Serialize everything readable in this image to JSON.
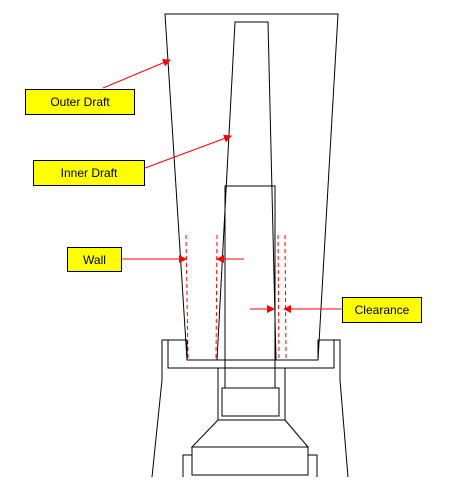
{
  "labels": {
    "outer_draft": "Outer Draft",
    "inner_draft": "Inner Draft",
    "wall": "Wall",
    "clearance": "Clearance"
  },
  "colors": {
    "outline": "#000000",
    "callout_fill": "#ffff00",
    "arrow": "#ff0000",
    "guide_line": "#ff0000"
  }
}
